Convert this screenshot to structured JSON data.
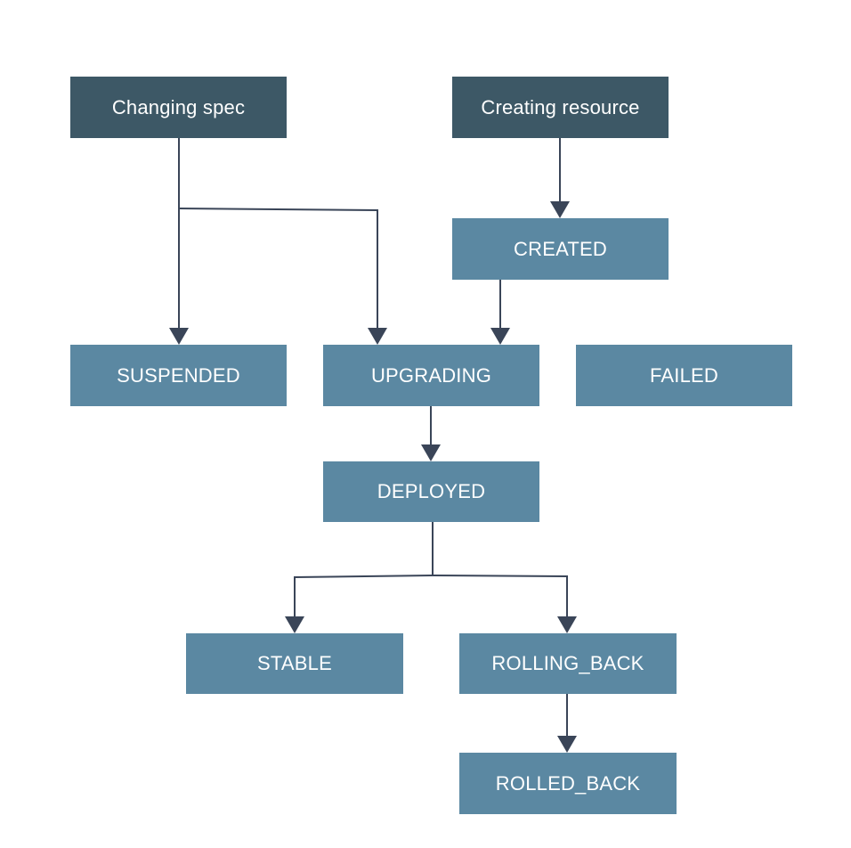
{
  "diagram": {
    "triggers": {
      "changing_spec": "Changing spec",
      "creating_resource": "Creating resource"
    },
    "states": {
      "created": "CREATED",
      "suspended": "SUSPENDED",
      "upgrading": "UPGRADING",
      "failed": "FAILED",
      "deployed": "DEPLOYED",
      "stable": "STABLE",
      "rolling_back": "ROLLING_BACK",
      "rolled_back": "ROLLED_BACK"
    },
    "colors": {
      "trigger_fill": "#3d5866",
      "state_fill": "#5b88a2",
      "text": "#ffffff",
      "edge": "#3a4558"
    }
  }
}
